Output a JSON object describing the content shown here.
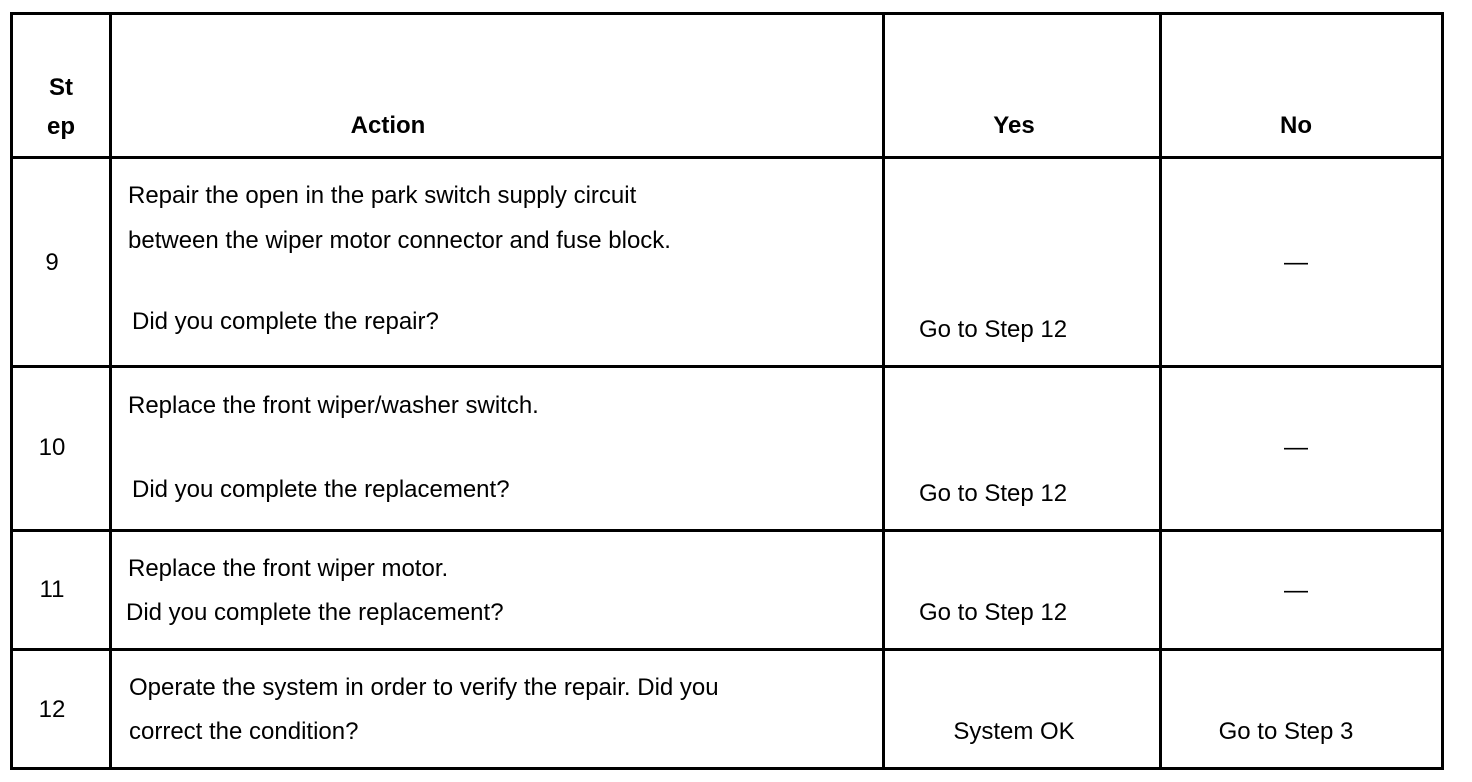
{
  "header": {
    "step_line1": "St",
    "step_line2": "ep",
    "action": "Action",
    "yes": "Yes",
    "no": "No"
  },
  "rows": [
    {
      "step": "9",
      "action_line1": "Repair the open in the park switch supply circuit",
      "action_line2": "between the wiper motor connector and fuse block.",
      "question": "Did you  complete the repair?",
      "yes": "Go to Step 12",
      "no": "—"
    },
    {
      "step": "10",
      "action_line1": "Replace the front wiper/washer switch.",
      "question": "Did you complete the replacement?",
      "yes": "Go to Step 12",
      "no": "—"
    },
    {
      "step": "11",
      "action_line1": "Replace the front wiper motor.",
      "question": "Did you complete the replacement?",
      "yes": "Go to Step 12",
      "no": "—"
    },
    {
      "step": "12",
      "action_line1": "Operate the system in order to verify the repair. Did you",
      "action_line2": "correct the condition?",
      "yes": "System OK",
      "no": "Go to Step 3"
    }
  ]
}
